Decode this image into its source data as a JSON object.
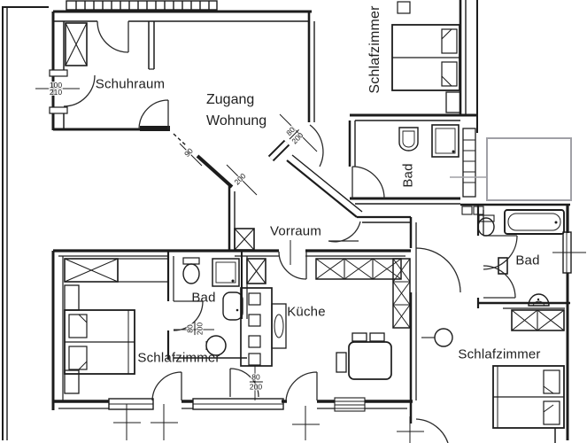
{
  "rooms": {
    "schuhraum": "Schuhraum",
    "zugang_line1": "Zugang",
    "zugang_line2": "Wohnung",
    "schlafzimmer_top": "Schlafzimmer",
    "bad_top": "Bad",
    "vorraum": "Vorraum",
    "bad_center": "Bad",
    "kueche": "Küche",
    "schlafzimmer_left": "Schlafzimmer",
    "bad_right": "Bad",
    "schlafzimmer_right": "Schlafzimmer"
  },
  "dims": {
    "schuhraum_door": {
      "w": "100",
      "h": "210"
    },
    "entry_step": "90",
    "entry_wall": "200",
    "entry_door": {
      "w": "80",
      "h": "200"
    },
    "bad_door": {
      "w": "80",
      "h": "200"
    },
    "kueche_door": {
      "w": "80",
      "h": "200"
    }
  },
  "colors": {
    "line": "#1c1c1c",
    "thin_line": "#3a3a3a",
    "balcony": "#a0a0a6",
    "background": "#ffffff"
  }
}
